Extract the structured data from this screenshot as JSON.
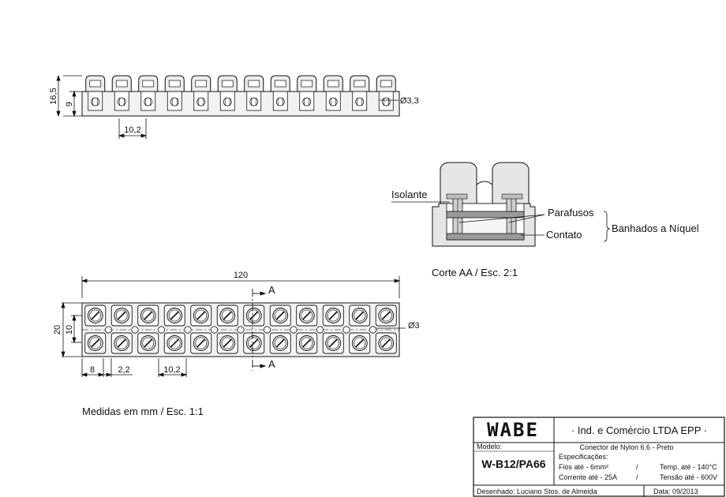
{
  "top_view": {
    "dim_overall_height": "16,5",
    "dim_body_height": "9",
    "dim_pitch": "10,2",
    "dim_screw_dia": "Ø3,3"
  },
  "section": {
    "label_isolante": "Isolante",
    "label_parafusos": "Parafusos",
    "label_contato": "Contato",
    "label_banhados": "Banhados a Níquel",
    "caption": "Corte AA / Esc. 2:1"
  },
  "plan_view": {
    "dim_length": "120",
    "dim_width": "20",
    "dim_half_width": "10",
    "dim_hole": "Ø3",
    "dim_edge": "8",
    "dim_gap": "2,2",
    "dim_pitch": "10,2",
    "section_mark_top": "A",
    "section_mark_bottom": "A",
    "units_note": "Medidas em mm / Esc. 1:1"
  },
  "title_block": {
    "logo": "WABE",
    "company": "· Ind. e Comércio LTDA EPP ·",
    "model_label": "Modelo:",
    "model_value": "W-B12/PA66",
    "description": "Conector de Nylon 6.6 - Preto",
    "specs_label": "Especificações:",
    "spec_wire": "Fios até - 6mm²",
    "spec_current": "Corrente até - 25A",
    "spec_sep1": "/",
    "spec_sep2": "/",
    "spec_temp": "Temp. até - 140°C",
    "spec_voltage": "Tensão até - 600V",
    "drawn_by": "Desenhado: Luciano Stos. de Almeida",
    "date": "Data: 09/2013"
  }
}
